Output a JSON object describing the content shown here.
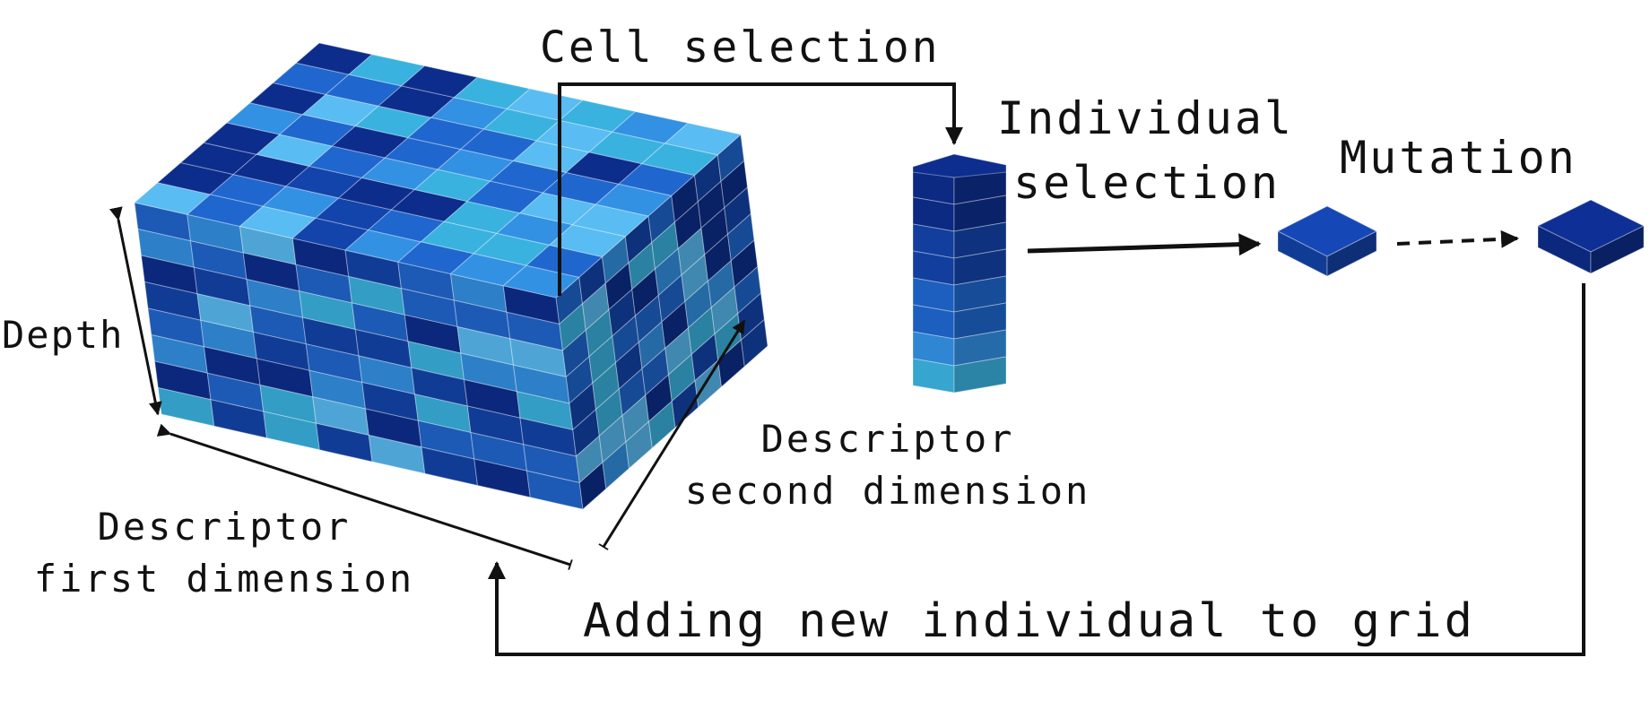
{
  "labels": {
    "cell_selection": "Cell selection",
    "individual_selection_line1": "Individual",
    "individual_selection_line2": "selection",
    "mutation": "Mutation",
    "depth": "Depth",
    "descriptor_second_line1": "Descriptor",
    "descriptor_second_line2": "second dimension",
    "descriptor_first_line1": "Descriptor",
    "descriptor_first_line2": "first dimension",
    "adding_new": "Adding new individual to grid"
  },
  "palette": [
    "#0c2a82",
    "#123f9e",
    "#1d5fbf",
    "#2f86d3",
    "#52aee0",
    "#36a5cf"
  ],
  "connectors": {
    "cell_selection": "solid",
    "individual_selection": "solid",
    "mutation": "dashed",
    "adding_new_individual": "solid"
  }
}
